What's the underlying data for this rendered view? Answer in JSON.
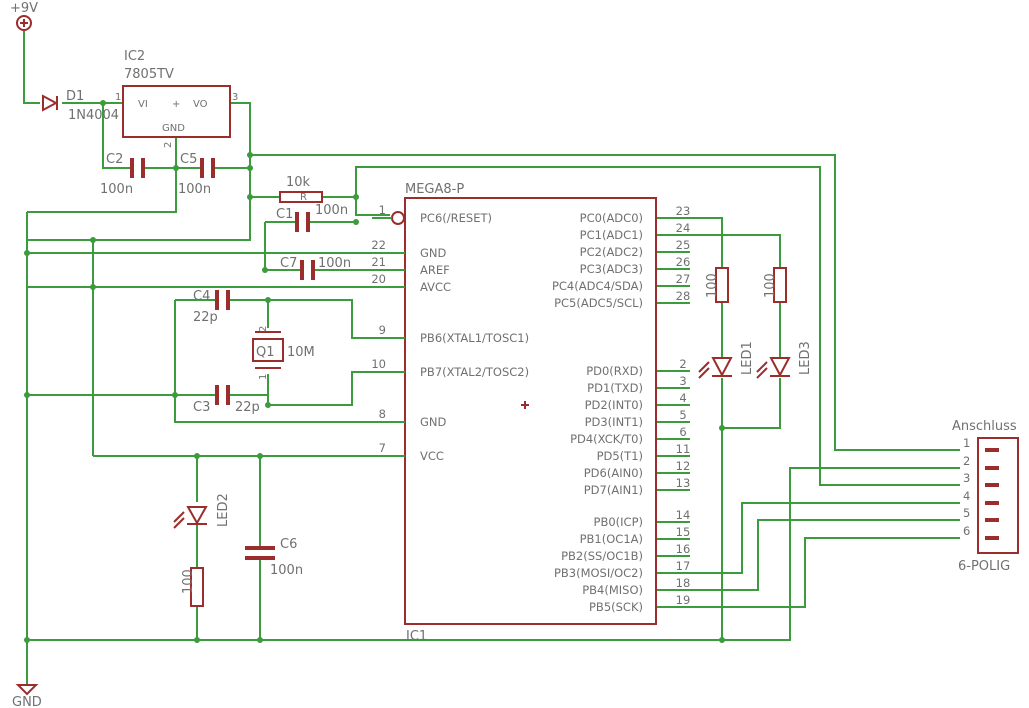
{
  "supply": {
    "vcc_label": "+9V",
    "gnd_label": "GND"
  },
  "d1": {
    "name": "D1",
    "value": "1N4004"
  },
  "ic2": {
    "name": "IC2",
    "value": "7805TV",
    "vi": "VI",
    "vo": "VO",
    "gnd": "GND",
    "plus": "+",
    "pin1": "1",
    "pin2": "2",
    "pin3": "3"
  },
  "c2": {
    "name": "C2",
    "value": "100n"
  },
  "c5": {
    "name": "C5",
    "value": "100n"
  },
  "r": {
    "name": "R",
    "value": "10k"
  },
  "c1": {
    "name": "C1",
    "value": "100n"
  },
  "c7": {
    "name": "C7",
    "value": "100n"
  },
  "c4": {
    "name": "C4",
    "value": "22p"
  },
  "c3": {
    "name": "C3",
    "value": "22p"
  },
  "q1": {
    "name": "Q1",
    "value": "10M",
    "pin1": "1",
    "pin2": "2"
  },
  "led2": {
    "name": "LED2"
  },
  "r_led2": {
    "value": "100"
  },
  "c6": {
    "name": "C6",
    "value": "100n"
  },
  "r_led1": {
    "value": "100"
  },
  "r_led3": {
    "value": "100"
  },
  "led1": {
    "name": "LED1"
  },
  "led3": {
    "name": "LED3"
  },
  "mega": {
    "name": "MEGA8-P",
    "ref": "IC1",
    "left_pins": [
      {
        "num": "1",
        "label": "PC6(/RESET)"
      },
      {
        "num": "22",
        "label": "GND"
      },
      {
        "num": "21",
        "label": "AREF"
      },
      {
        "num": "20",
        "label": "AVCC"
      },
      {
        "num": "9",
        "label": "PB6(XTAL1/TOSC1)"
      },
      {
        "num": "10",
        "label": "PB7(XTAL2/TOSC2)"
      },
      {
        "num": "8",
        "label": "GND"
      },
      {
        "num": "7",
        "label": "VCC"
      }
    ],
    "right_pins": [
      {
        "num": "23",
        "label": "PC0(ADC0)"
      },
      {
        "num": "24",
        "label": "PC1(ADC1)"
      },
      {
        "num": "25",
        "label": "PC2(ADC2)"
      },
      {
        "num": "26",
        "label": "PC3(ADC3)"
      },
      {
        "num": "27",
        "label": "PC4(ADC4/SDA)"
      },
      {
        "num": "28",
        "label": "PC5(ADC5/SCL)"
      },
      {
        "num": "2",
        "label": "PD0(RXD)"
      },
      {
        "num": "3",
        "label": "PD1(TXD)"
      },
      {
        "num": "4",
        "label": "PD2(INT0)"
      },
      {
        "num": "5",
        "label": "PD3(INT1)"
      },
      {
        "num": "6",
        "label": "PD4(XCK/T0)"
      },
      {
        "num": "11",
        "label": "PD5(T1)"
      },
      {
        "num": "12",
        "label": "PD6(AIN0)"
      },
      {
        "num": "13",
        "label": "PD7(AIN1)"
      },
      {
        "num": "14",
        "label": "PB0(ICP)"
      },
      {
        "num": "15",
        "label": "PB1(OC1A)"
      },
      {
        "num": "16",
        "label": "PB2(SS/OC1B)"
      },
      {
        "num": "17",
        "label": "PB3(MOSI/OC2)"
      },
      {
        "num": "18",
        "label": "PB4(MISO)"
      },
      {
        "num": "19",
        "label": "PB5(SCK)"
      }
    ]
  },
  "connector": {
    "name": "Anschluss",
    "value": "6-POLIG",
    "pins": [
      "1",
      "2",
      "3",
      "4",
      "5",
      "6"
    ]
  },
  "colors": {
    "wire": "#3c9b3c",
    "part": "#9b2d2d",
    "text": "#6e6e6e",
    "background": "#ffffff"
  }
}
